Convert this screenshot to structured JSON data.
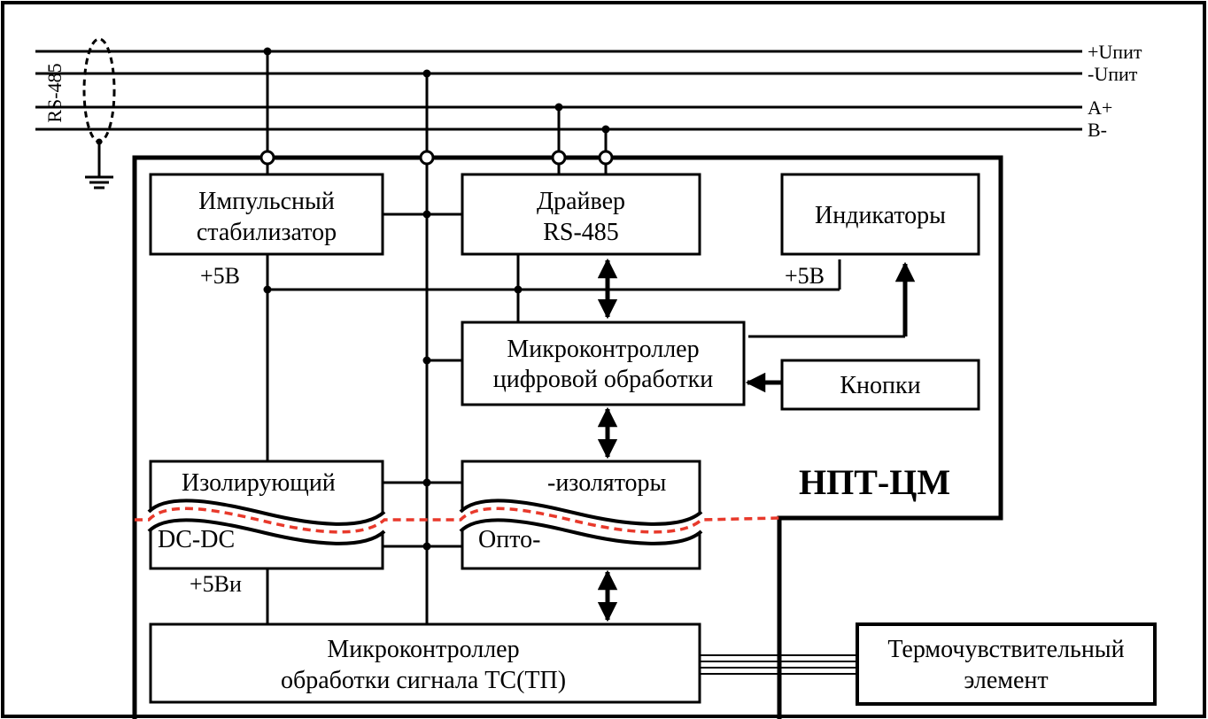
{
  "bus": {
    "vplus": "+Uпит",
    "vminus": "-Uпит",
    "a": "A+",
    "b": "B-",
    "interface": "RS-485"
  },
  "device_name": "НПТ-ЦМ",
  "blocks": {
    "stabilizer": [
      "Импульсный",
      "стабилизатор"
    ],
    "driver": [
      "Драйвер",
      "RS-485"
    ],
    "indicators": "Индикаторы",
    "mcu_digital": [
      "Микроконтроллер",
      "цифровой обработки"
    ],
    "buttons": "Кнопки",
    "dcdc_top": "Изолирующий",
    "dcdc_bottom": "DC-DC",
    "opto_top": "-изоляторы",
    "opto_bottom": "Опто-",
    "mcu_signal": [
      "Микроконтроллер",
      "обработки сигнала ТС(ТП)"
    ],
    "sensor": [
      "Термочувствительный",
      "элемент"
    ]
  },
  "rails": {
    "p5v_left": "+5В",
    "p5v_right": "+5В",
    "p5v_iso": "+5Ви"
  },
  "colors": {
    "line": "#000000",
    "isolation_barrier": "#e8392b",
    "background": "#ffffff"
  }
}
